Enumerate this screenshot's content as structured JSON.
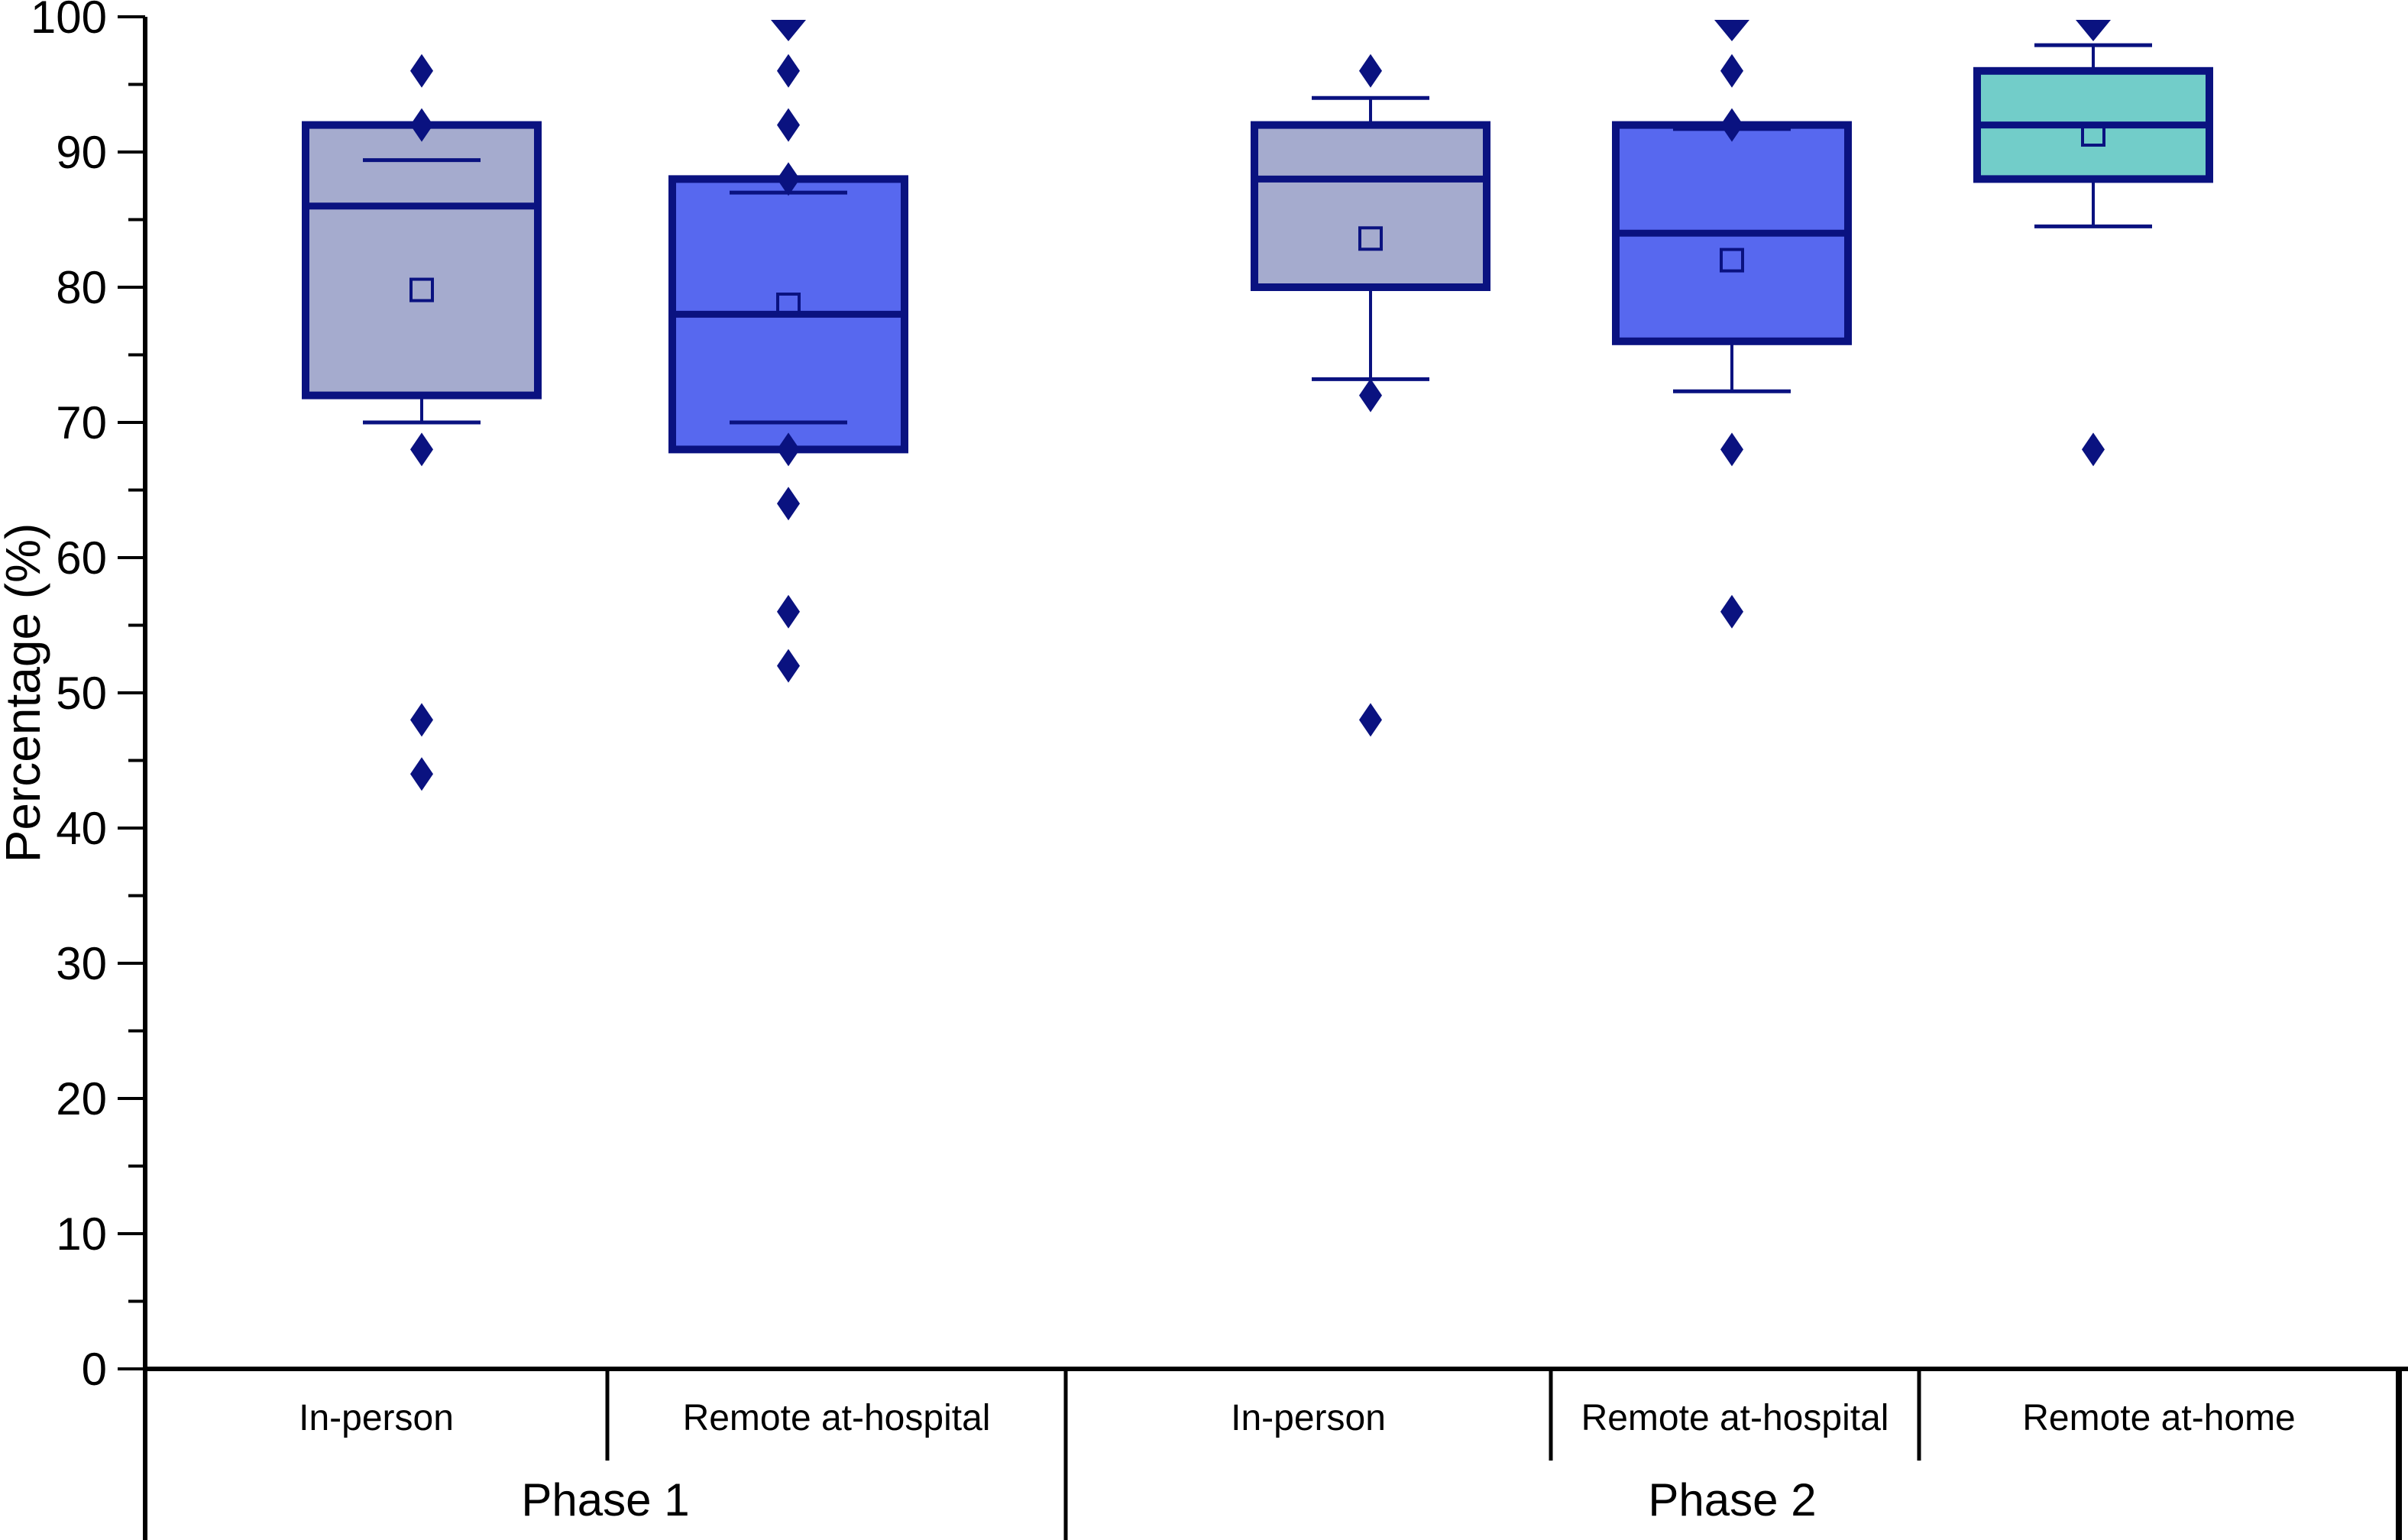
{
  "figure": {
    "background": "#ffffff"
  },
  "chart_data": {
    "type": "box",
    "title": "",
    "ylabel": "Percentage (%)",
    "xlabel": "",
    "ylim": [
      0,
      100
    ],
    "ytick_major_step": 10,
    "ytick_minor_step": 5,
    "ytick_labels": [
      "0",
      "10",
      "20",
      "30",
      "40",
      "50",
      "60",
      "70",
      "80",
      "90",
      "100"
    ],
    "grid": false,
    "legend_position": "none",
    "colors": {
      "stroke_navy": "#0a1280",
      "fill_lavender": "#a5abce",
      "fill_blue": "#5768ef",
      "fill_teal": "#72cdc9",
      "axis_black": "#000000",
      "background": "#ffffff"
    },
    "groups": [
      {
        "label": "Phase 1",
        "categories": [
          "In-person",
          "Remote at-hospital"
        ]
      },
      {
        "label": "Phase 2",
        "categories": [
          "In-person",
          "Remote at-hospital",
          "Remote at-home"
        ]
      }
    ],
    "series": [
      {
        "phase": "Phase 1",
        "category": "In-person",
        "fill_key": "fill_lavender",
        "q1": 72,
        "median": 86,
        "q3": 92,
        "mean": 79.8,
        "whisker_low": 70,
        "whisker_high": 89.4,
        "outliers": [
          96,
          92,
          68,
          48,
          44
        ],
        "clipped_top_marker": false
      },
      {
        "phase": "Phase 1",
        "category": "Remote at-hospital",
        "fill_key": "fill_blue",
        "q1": 68,
        "median": 78,
        "q3": 88,
        "mean": 78.7,
        "whisker_low": 70,
        "whisker_high": 87,
        "outliers": [
          96,
          92,
          88,
          68,
          64,
          56,
          52
        ],
        "clipped_top_marker": true
      },
      {
        "phase": "Phase 2",
        "category": "In-person",
        "fill_key": "fill_lavender",
        "q1": 80,
        "median": 88,
        "q3": 92,
        "mean": 83.6,
        "whisker_low": 73.2,
        "whisker_high": 94,
        "outliers": [
          96,
          72,
          48
        ],
        "clipped_top_marker": false
      },
      {
        "phase": "Phase 2",
        "category": "Remote at-hospital",
        "fill_key": "fill_blue",
        "q1": 76,
        "median": 84,
        "q3": 92,
        "mean": 82,
        "whisker_low": 72.3,
        "whisker_high": 91.7,
        "outliers": [
          96,
          92,
          68,
          56
        ],
        "clipped_top_marker": true
      },
      {
        "phase": "Phase 2",
        "category": "Remote at-home",
        "fill_key": "fill_teal",
        "q1": 88,
        "median": 92,
        "q3": 96,
        "mean": 91.3,
        "whisker_low": 84.5,
        "whisker_high": 97.9,
        "outliers": [
          68
        ],
        "clipped_top_marker": true
      }
    ]
  }
}
